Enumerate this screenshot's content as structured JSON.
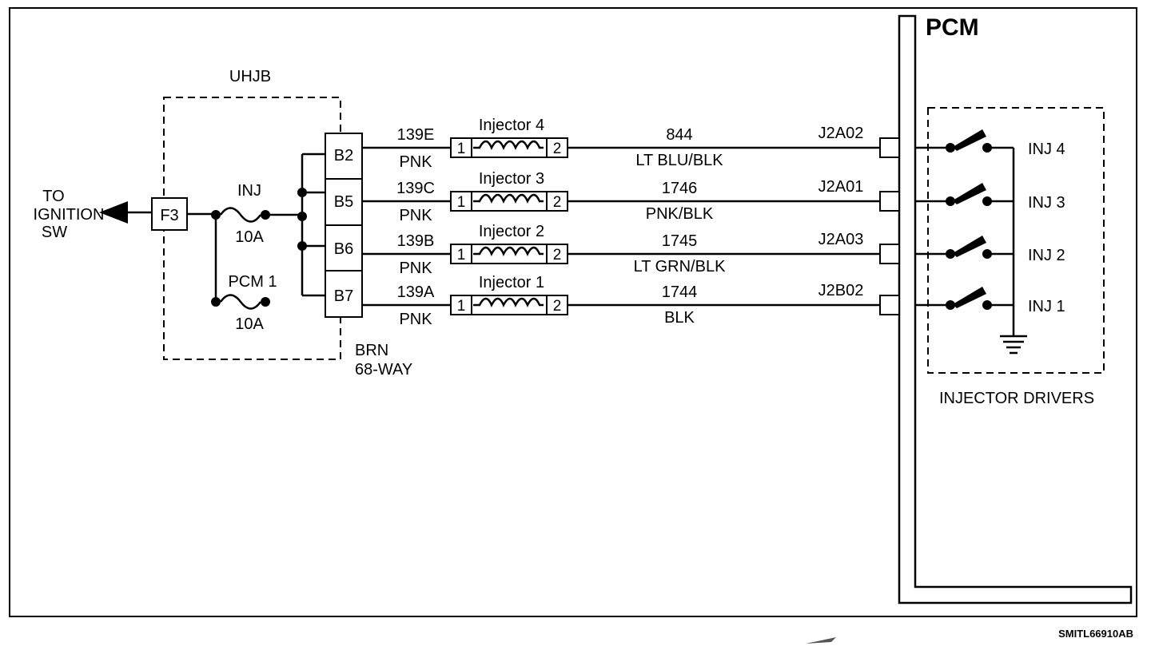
{
  "diagram": {
    "source_label": [
      "TO",
      "IGNITION",
      "SW"
    ],
    "junction_block": {
      "name": "UHJB",
      "connector_pin": "F3",
      "fuse_inj": {
        "name": "INJ",
        "rating": "10A"
      },
      "fuse_pcm": {
        "name": "PCM 1",
        "rating": "10A"
      },
      "connector_color": "BRN",
      "connector_type": "68-WAY"
    },
    "circuits": [
      {
        "jb_pin": "B2",
        "circuit": "139E",
        "color": "PNK",
        "injector": "Injector 4",
        "pin1": "1",
        "pin2": "2",
        "out_circuit": "844",
        "out_color": "LT BLU/BLK",
        "pcm_pin": "J2A02",
        "driver": "INJ 4"
      },
      {
        "jb_pin": "B5",
        "circuit": "139C",
        "color": "PNK",
        "injector": "Injector 3",
        "pin1": "1",
        "pin2": "2",
        "out_circuit": "1746",
        "out_color": "PNK/BLK",
        "pcm_pin": "J2A01",
        "driver": "INJ 3"
      },
      {
        "jb_pin": "B6",
        "circuit": "139B",
        "color": "PNK",
        "injector": "Injector 2",
        "pin1": "1",
        "pin2": "2",
        "out_circuit": "1745",
        "out_color": "LT GRN/BLK",
        "pcm_pin": "J2A03",
        "driver": "INJ 2"
      },
      {
        "jb_pin": "B7",
        "circuit": "139A",
        "color": "PNK",
        "injector": "Injector 1",
        "pin1": "1",
        "pin2": "2",
        "out_circuit": "1744",
        "out_color": "BLK",
        "pcm_pin": "J2B02",
        "driver": "INJ 1"
      }
    ],
    "pcm": {
      "name": "PCM",
      "drivers_label": "INJECTOR DRIVERS"
    },
    "reference_code": "SMITL66910AB"
  }
}
